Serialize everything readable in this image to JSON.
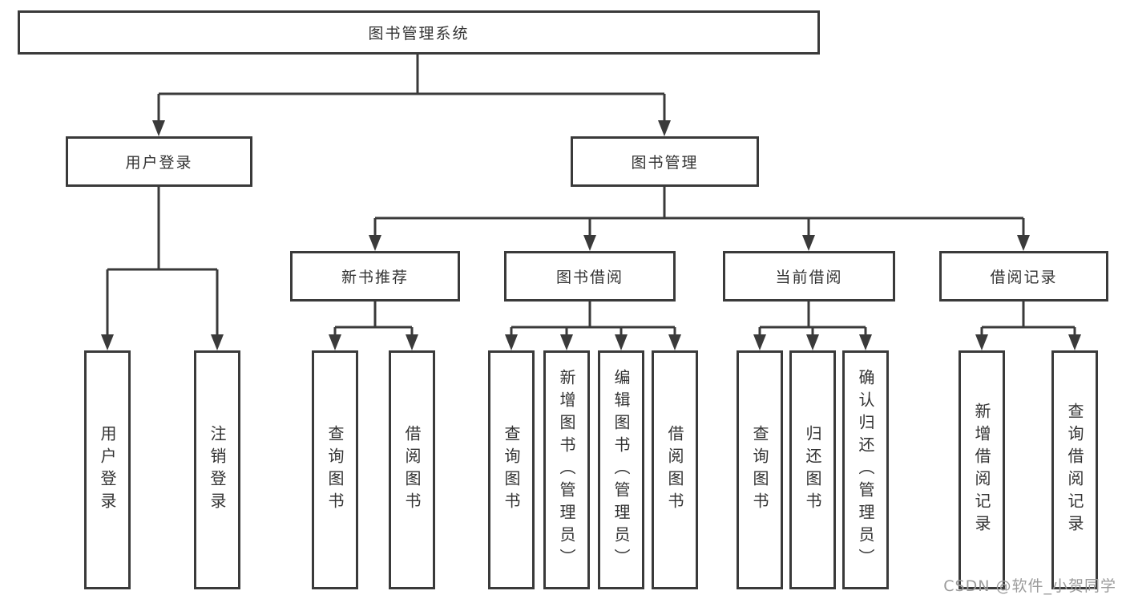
{
  "diagram": {
    "title": "图书管理系统",
    "root": "图书管理系统",
    "branches": {
      "userLogin": {
        "label": "用户登录",
        "leaves": [
          "用户登录",
          "注销登录"
        ]
      },
      "bookMgmt": {
        "label": "图书管理"
      }
    },
    "groups": [
      {
        "label": "新书推荐",
        "leaves": [
          "查询图书",
          "借阅图书"
        ]
      },
      {
        "label": "图书借阅",
        "leaves": [
          "查询图书",
          "新增图书（管理员）",
          "编辑图书（管理员）",
          "借阅图书"
        ]
      },
      {
        "label": "当前借阅",
        "leaves": [
          "查询图书",
          "归还图书",
          "确认归还（管理员）"
        ]
      },
      {
        "label": "借阅记录",
        "leaves": [
          "新增借阅记录",
          "查询借阅记录"
        ]
      }
    ]
  },
  "watermark": "CSDN @软件_小贺同学",
  "colors": {
    "line": "#3a3a3a",
    "border": "#3a3a3a",
    "text": "#333333",
    "watermark": "#9b9b9b",
    "background": "#ffffff"
  }
}
